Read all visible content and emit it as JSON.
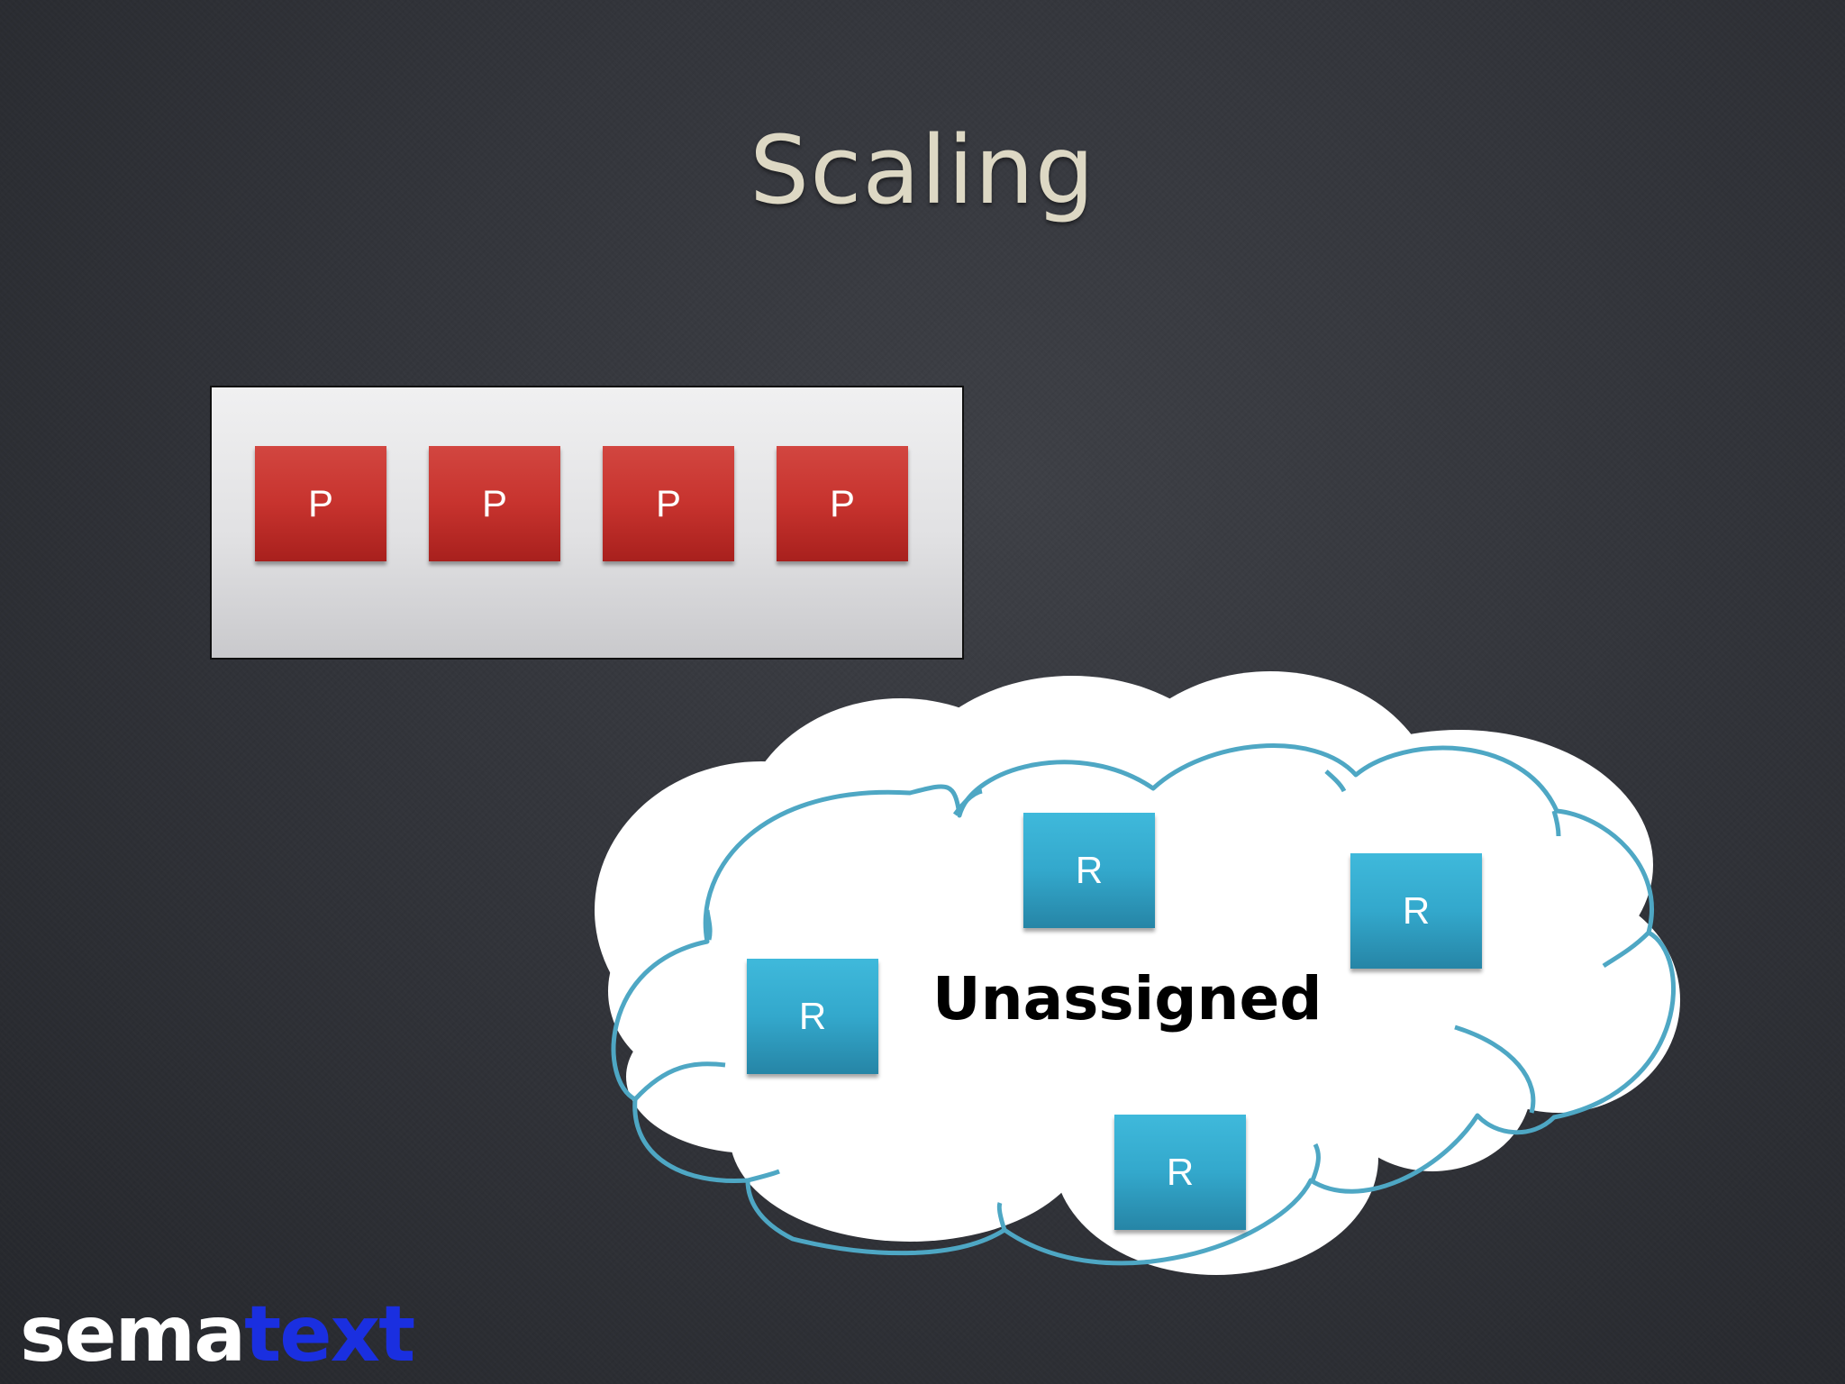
{
  "slide": {
    "title": "Scaling"
  },
  "primary_shards": {
    "label": "P",
    "items": [
      "P",
      "P",
      "P",
      "P"
    ]
  },
  "unassigned_cloud": {
    "label": "Unassigned",
    "replicas": [
      "R",
      "R",
      "R",
      "R"
    ]
  },
  "logo": {
    "part1": "sema",
    "part2": "text"
  },
  "colors": {
    "background": "#33353b",
    "title": "#ddd8c4",
    "primary_shard": "#c7332e",
    "replica_shard": "#33a8cc",
    "cloud_outline": "#4ea7c4",
    "logo_accent": "#1a2fe0"
  }
}
